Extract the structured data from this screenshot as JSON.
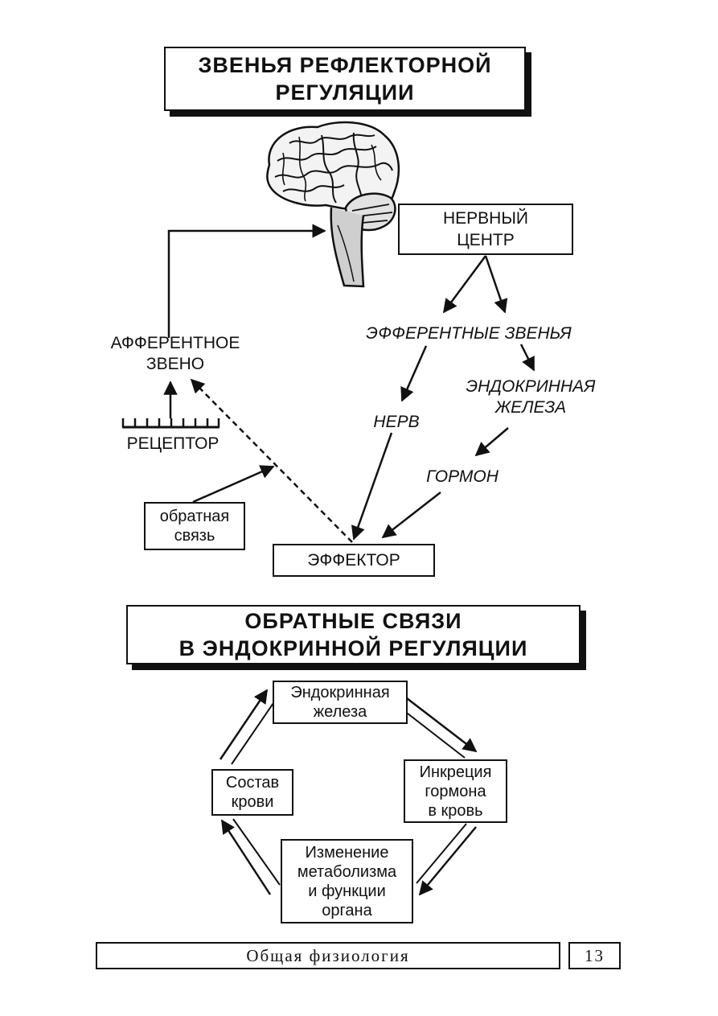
{
  "reflex": {
    "title_line1": "ЗВЕНЬЯ РЕФЛЕКТОРНОЙ",
    "title_line2": "РЕГУЛЯЦИИ",
    "nerve_center_line1": "НЕРВНЫЙ",
    "nerve_center_line2": "ЦЕНТР",
    "afferent_line1": "АФФЕРЕНТНОЕ",
    "afferent_line2": "ЗВЕНО",
    "efferent": "ЭФФЕРЕНТНЫЕ  ЗВЕНЬЯ",
    "endocrine_line1": "ЭНДОКРИННАЯ",
    "endocrine_line2": "ЖЕЛЕЗА",
    "nerve": "НЕРВ",
    "hormone": "ГОРМОН",
    "receptor": "РЕЦЕПТОР",
    "feedback_line1": "обратная",
    "feedback_line2": "связь",
    "effector": "ЭФФЕКТОР"
  },
  "feedback_loop": {
    "title_line1": "ОБРАТНЫЕ  СВЯЗИ",
    "title_line2": "В  ЭНДОКРИННОЙ  РЕГУЛЯЦИИ",
    "gland_line1": "Эндокринная",
    "gland_line2": "железа",
    "secretion_line1": "Инкреция",
    "secretion_line2": "гормона",
    "secretion_line3": "в кровь",
    "change_line1": "Изменение",
    "change_line2": "метаболизма",
    "change_line3": "и функции",
    "change_line4": "органа",
    "blood_line1": "Состав",
    "blood_line2": "крови"
  },
  "footer": {
    "book_title": "Общая физиология",
    "page_number": "13"
  }
}
